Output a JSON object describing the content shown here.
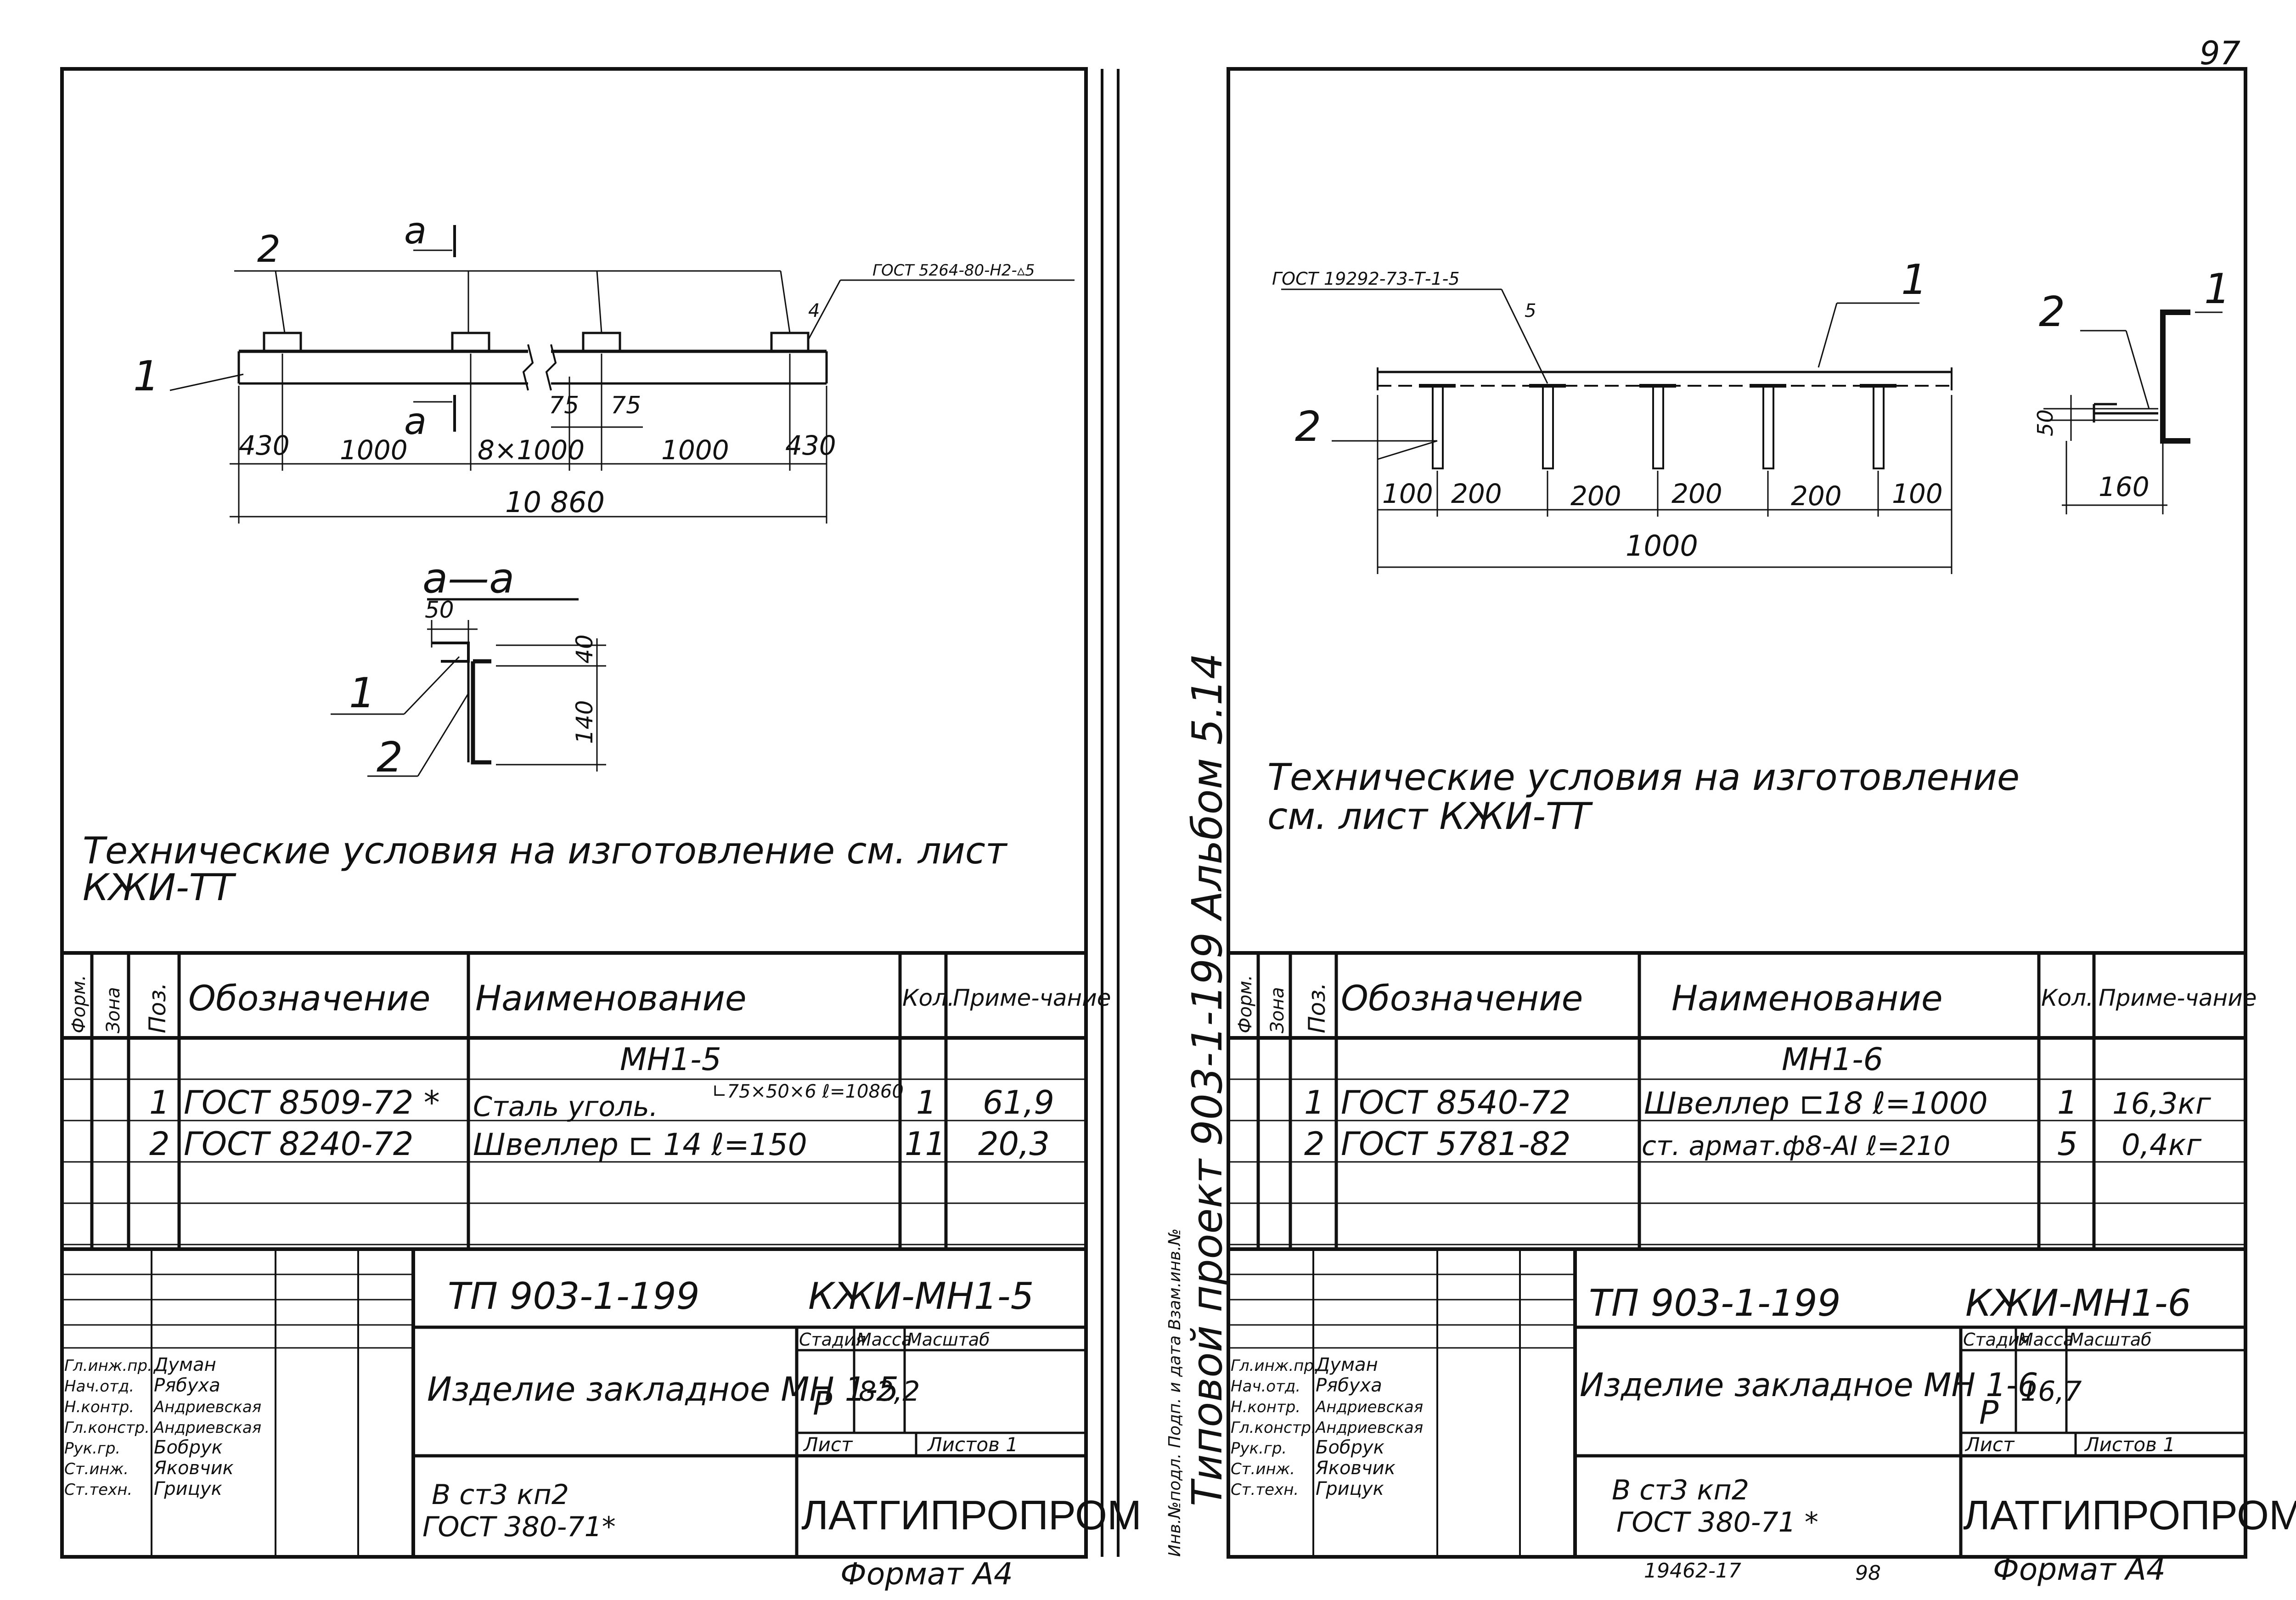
{
  "page_number": "97",
  "left_sheet": {
    "weld_note": "ГОСТ 5264-80-Н2-▵5",
    "positions": {
      "p1": "1",
      "p2": "2",
      "p4": "4"
    },
    "section_marker": "а",
    "dims": {
      "d430a": "430",
      "d1000a": "1000",
      "d8x1000": "8×1000",
      "d1000b": "1000",
      "d430b": "430",
      "d75a": "75",
      "d75b": "75",
      "total": "10 860"
    },
    "section_title": "а—а",
    "section_dims": {
      "d50": "50",
      "d40": "40",
      "d140": "140"
    },
    "section_labels": {
      "s1": "1",
      "s2": "2"
    },
    "tech_note_line1": "Технические условия на изготовление см. лист",
    "tech_note_line2": "КЖИ-ТТ",
    "table": {
      "headers": {
        "format": "Форм.",
        "zone": "Зона",
        "pos": "Поз.",
        "designation": "Обозначение",
        "name": "Наименование",
        "qty": "Кол.",
        "note": "Приме-чание"
      },
      "group_title": "МН1-5",
      "rows": [
        {
          "pos": "1",
          "designation": "ГОСТ 8509-72 *",
          "name": "Сталь уголь.",
          "name_extra": "∟75×50×6 ℓ=10860",
          "qty": "1",
          "note": "61,9"
        },
        {
          "pos": "2",
          "designation": "ГОСТ 8240-72",
          "name": "Швеллер ⊏ 14   ℓ=150",
          "name_extra": "",
          "qty": "11",
          "note": "20,3"
        }
      ]
    },
    "stamp": {
      "project": "ТП 903-1-199",
      "code": "КЖИ-МН1-5",
      "title": "Изделие закладное МН 1-5",
      "material_line1": "В ст3 кп2",
      "material_line2": "ГОСТ 380-71*",
      "stage_label": "Стадия",
      "mass_label": "Масса",
      "scale_label": "Масштаб",
      "stage": "Р",
      "mass": "82,2",
      "sheet_label": "Лист",
      "sheets_label": "Листов 1",
      "org": "ЛАТГИПРОПРОМ",
      "roles": [
        "Гл.инж.пр.",
        "Нач.отд.",
        "Н.контр.",
        "Гл.констр.",
        "Рук.гр.",
        "Ст.инж.",
        "Ст.техн."
      ],
      "names": [
        "Думан",
        "Рябуха",
        "Андриевская",
        "Андриевская",
        "Бобрук",
        "Яковчик",
        "Грицук"
      ],
      "format": "Формат А4"
    }
  },
  "spine": {
    "text": "Типовой проект 903-1-199  Альбом 5.14",
    "stamp_text": "Инв.№подл.  Подп. и дата  Взам.инв.№"
  },
  "right_sheet": {
    "gost_note": "ГОСТ 19292-73-Т-1-5",
    "positions": {
      "p1": "1",
      "p2": "2",
      "p5": "5",
      "s1": "1",
      "s2": "2"
    },
    "dims": {
      "d100a": "100",
      "d200a": "200",
      "d200b": "200",
      "d200c": "200",
      "d200d": "200",
      "d100b": "100",
      "total": "1000",
      "d50": "50",
      "d160": "160"
    },
    "tech_note_line1": "Технические условия на изготовление",
    "tech_note_line2": "см. лист КЖИ-ТТ",
    "table": {
      "headers": {
        "format": "Форм.",
        "zone": "Зона",
        "pos": "Поз.",
        "designation": "Обозначение",
        "name": "Наименование",
        "qty": "Кол.",
        "note": "Приме-чание"
      },
      "group_title": "МН1-6",
      "rows": [
        {
          "pos": "1",
          "designation": "ГОСТ 8540-72",
          "name": "Швеллер ⊏18  ℓ=1000",
          "qty": "1",
          "note": "16,3кг"
        },
        {
          "pos": "2",
          "designation": "ГОСТ 5781-82",
          "name": "ст. армат.ф8-АI ℓ=210",
          "qty": "5",
          "note": "0,4кг"
        }
      ]
    },
    "stamp": {
      "project": "ТП 903-1-199",
      "code": "КЖИ-МН1-6",
      "title": "Изделие закладное МН 1-6",
      "material_line1": "В ст3 кп2",
      "material_line2": "ГОСТ 380-71 *",
      "stage_label": "Стадия",
      "mass_label": "Масса",
      "scale_label": "Масштаб",
      "stage": "Р",
      "mass": "16,7",
      "sheet_label": "Лист",
      "sheets_label": "Листов 1",
      "org": "ЛАТГИПРОПРОМ",
      "roles": [
        "Гл.инж.пр.",
        "Нач.отд.",
        "Н.контр.",
        "Гл.констр.",
        "Рук.гр.",
        "Ст.инж.",
        "Ст.техн."
      ],
      "names": [
        "Думан",
        "Рябуха",
        "Андриевская",
        "Андриевская",
        "Бобрук",
        "Яковчик",
        "Грицук"
      ],
      "format": "Формат А4"
    },
    "footer_numbers": {
      "archive": "19462-17",
      "page": "98"
    }
  }
}
